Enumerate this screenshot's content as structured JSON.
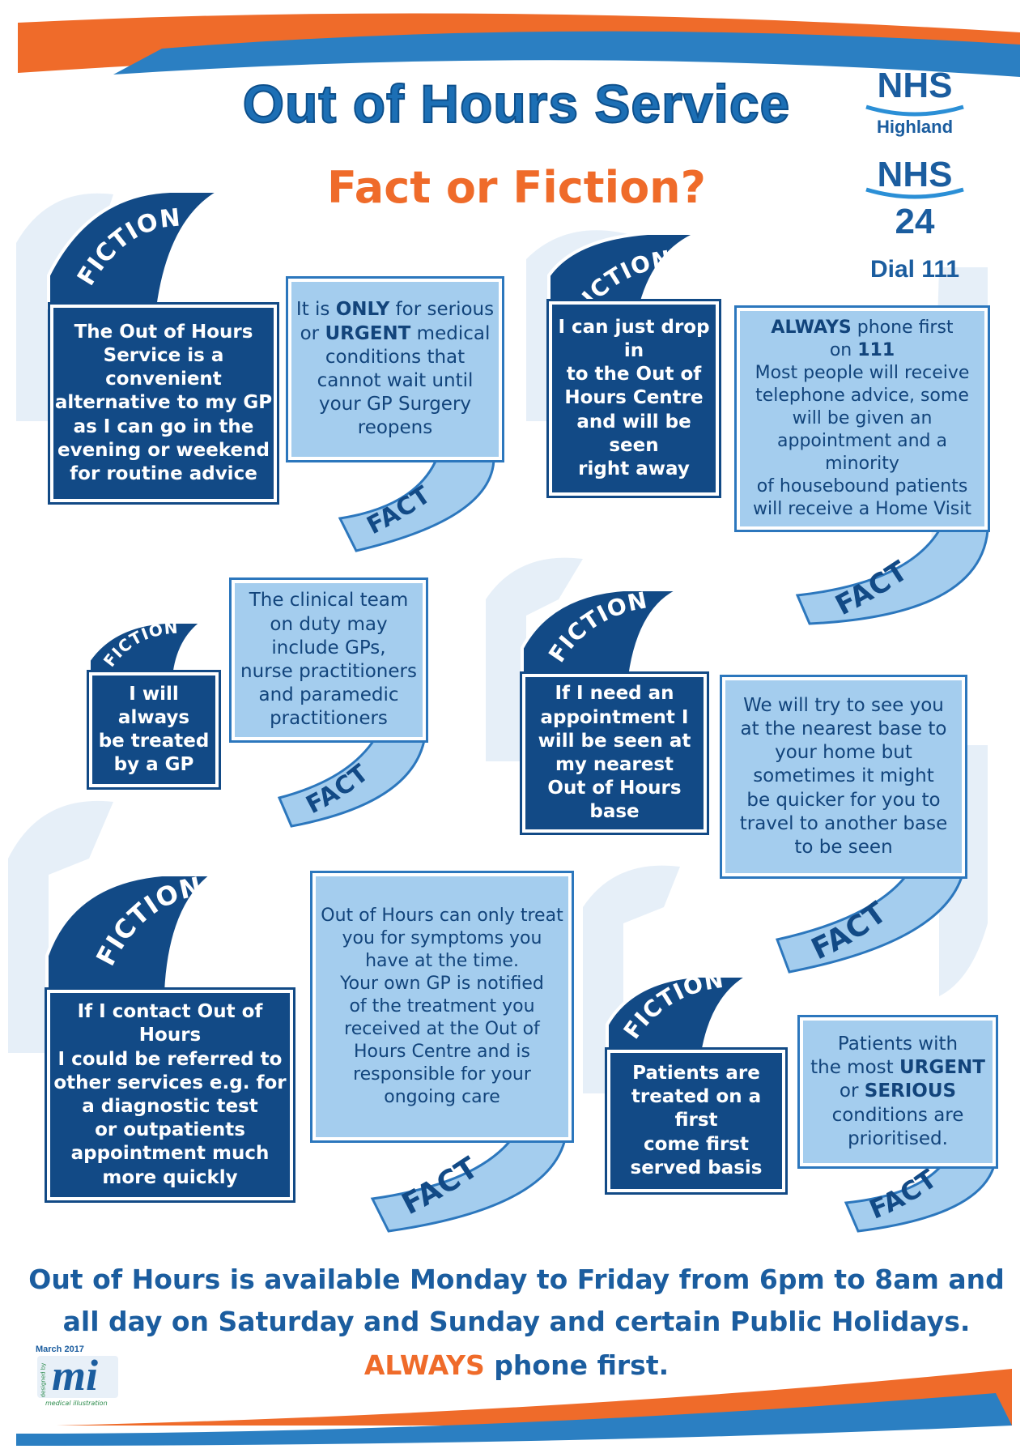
{
  "header": {
    "title": "Out of Hours Service",
    "subtitle": "Fact or Fiction?"
  },
  "logos": {
    "nhs_highland": {
      "nhs": "NHS",
      "region": "Highland"
    },
    "nhs_24": {
      "nhs": "NHS",
      "number": "24",
      "dial": "Dial 111"
    }
  },
  "pairs": [
    {
      "fiction_tag": "FICTION",
      "fiction": "The Out of Hours\nService is a convenient\nalternative to my GP\nas I can go in the\nevening or weekend\nfor routine advice",
      "fact_tag": "FACT",
      "fact_parts": [
        "It is ",
        "ONLY",
        " for serious\nor ",
        "URGENT",
        " medical\nconditions that\ncannot wait until\nyour GP Surgery\nreopens"
      ]
    },
    {
      "fiction_tag": "FICTION",
      "fiction": "I can just drop in\nto the Out of\nHours Centre\nand will be seen\nright away",
      "fact_tag": "FACT",
      "fact_parts": [
        "ALWAYS",
        " phone first\non ",
        "111",
        "\nMost people will receive\ntelephone advice, some\nwill be given an\nappointment and a minority\nof housebound patients\nwill receive a Home Visit"
      ]
    },
    {
      "fiction_tag": "FICTION",
      "fiction": "I will always\nbe treated\nby a GP",
      "fact_tag": "FACT",
      "fact_parts": [
        "The clinical team\non duty may\ninclude GPs,\nnurse practitioners\nand paramedic\npractitioners"
      ]
    },
    {
      "fiction_tag": "FICTION",
      "fiction": "If I need an\nappointment I\nwill be seen at\nmy nearest\nOut of Hours base",
      "fact_tag": "FACT",
      "fact_parts": [
        "We will try to see you\nat the nearest base to\nyour home but\nsometimes it might\nbe quicker for you to\ntravel to another base\nto be seen"
      ]
    },
    {
      "fiction_tag": "FICTION",
      "fiction": "If I contact Out of Hours\nI could be referred to\nother services e.g. for\na diagnostic test\nor outpatients\nappointment much\nmore quickly",
      "fact_tag": "FACT",
      "fact_parts": [
        "Out of Hours can only treat\nyou for symptoms you\nhave at the time.\nYour own GP is notified\nof the treatment you\nreceived at the Out of\nHours Centre and is\nresponsible for your\nongoing care"
      ]
    },
    {
      "fiction_tag": "FICTION",
      "fiction": "Patients are\ntreated on a first\ncome first\nserved basis",
      "fact_tag": "FACT",
      "fact_parts": [
        "Patients with\nthe most ",
        "URGENT",
        "\nor ",
        "SERIOUS",
        "\nconditions are\nprioritised."
      ]
    }
  ],
  "footer": {
    "line1": "Out of Hours is available Monday to Friday from 6pm to 8am and",
    "line2": "all day on Saturday and Sunday and certain Public Holidays.",
    "always": "ALWAYS",
    "phone_first": " phone first."
  },
  "credit": {
    "date": "March 2017",
    "mark": "mi",
    "designed_by": "designed by",
    "dept": "medical illustration"
  },
  "colors": {
    "dark_blue": "#124a86",
    "light_blue": "#a4cdee",
    "orange": "#ef6b2a",
    "title_blue": "#1c6fb5"
  }
}
